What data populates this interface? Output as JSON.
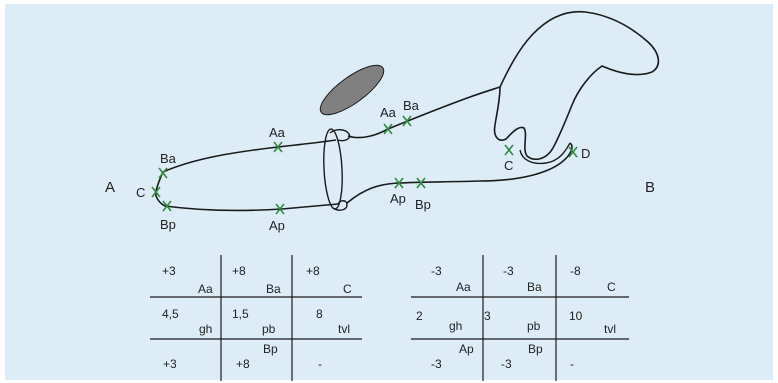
{
  "colors": {
    "background": "#dcedf8",
    "line": "#1a1a1a",
    "marker": "#2e8b3e",
    "shadow": "#808080"
  },
  "diagram": {
    "end_a": "A",
    "end_b": "B",
    "upper_route": {
      "ba": "Ba",
      "aa": "Aa",
      "aa2": "Aa",
      "ba2": "Ba"
    },
    "lower_route": {
      "bp": "Bp",
      "ap": "Ap",
      "ap2": "Ap",
      "bp2": "Bp"
    },
    "left_junction": "C",
    "loop_c": "C",
    "loop_d": "D"
  },
  "table_left": {
    "rows": [
      [
        {
          "value": "+3",
          "label": "Aa"
        },
        {
          "value": "+8",
          "label": "Ba"
        },
        {
          "value": "+8",
          "label": "C"
        }
      ],
      [
        {
          "value": "4,5",
          "label": "gh"
        },
        {
          "value": "1,5",
          "label": "pb"
        },
        {
          "value": "8",
          "label": "tvl"
        }
      ],
      [
        {
          "value": "+3",
          "label": ""
        },
        {
          "value": "+8",
          "label": "Bp"
        },
        {
          "value": "-",
          "label": ""
        }
      ]
    ]
  },
  "table_right": {
    "rows": [
      [
        {
          "value": "-3",
          "label": "Aa"
        },
        {
          "value": "-3",
          "label": "Ba"
        },
        {
          "value": "-8",
          "label": "C"
        }
      ],
      [
        {
          "value": "2",
          "label": "gh"
        },
        {
          "value": "3",
          "label": "pb"
        },
        {
          "value": "10",
          "label": "tvl"
        }
      ],
      [
        {
          "value": "-3",
          "label": "Ap"
        },
        {
          "value": "-3",
          "label": "Bp"
        },
        {
          "value": "-",
          "label": ""
        }
      ]
    ]
  }
}
